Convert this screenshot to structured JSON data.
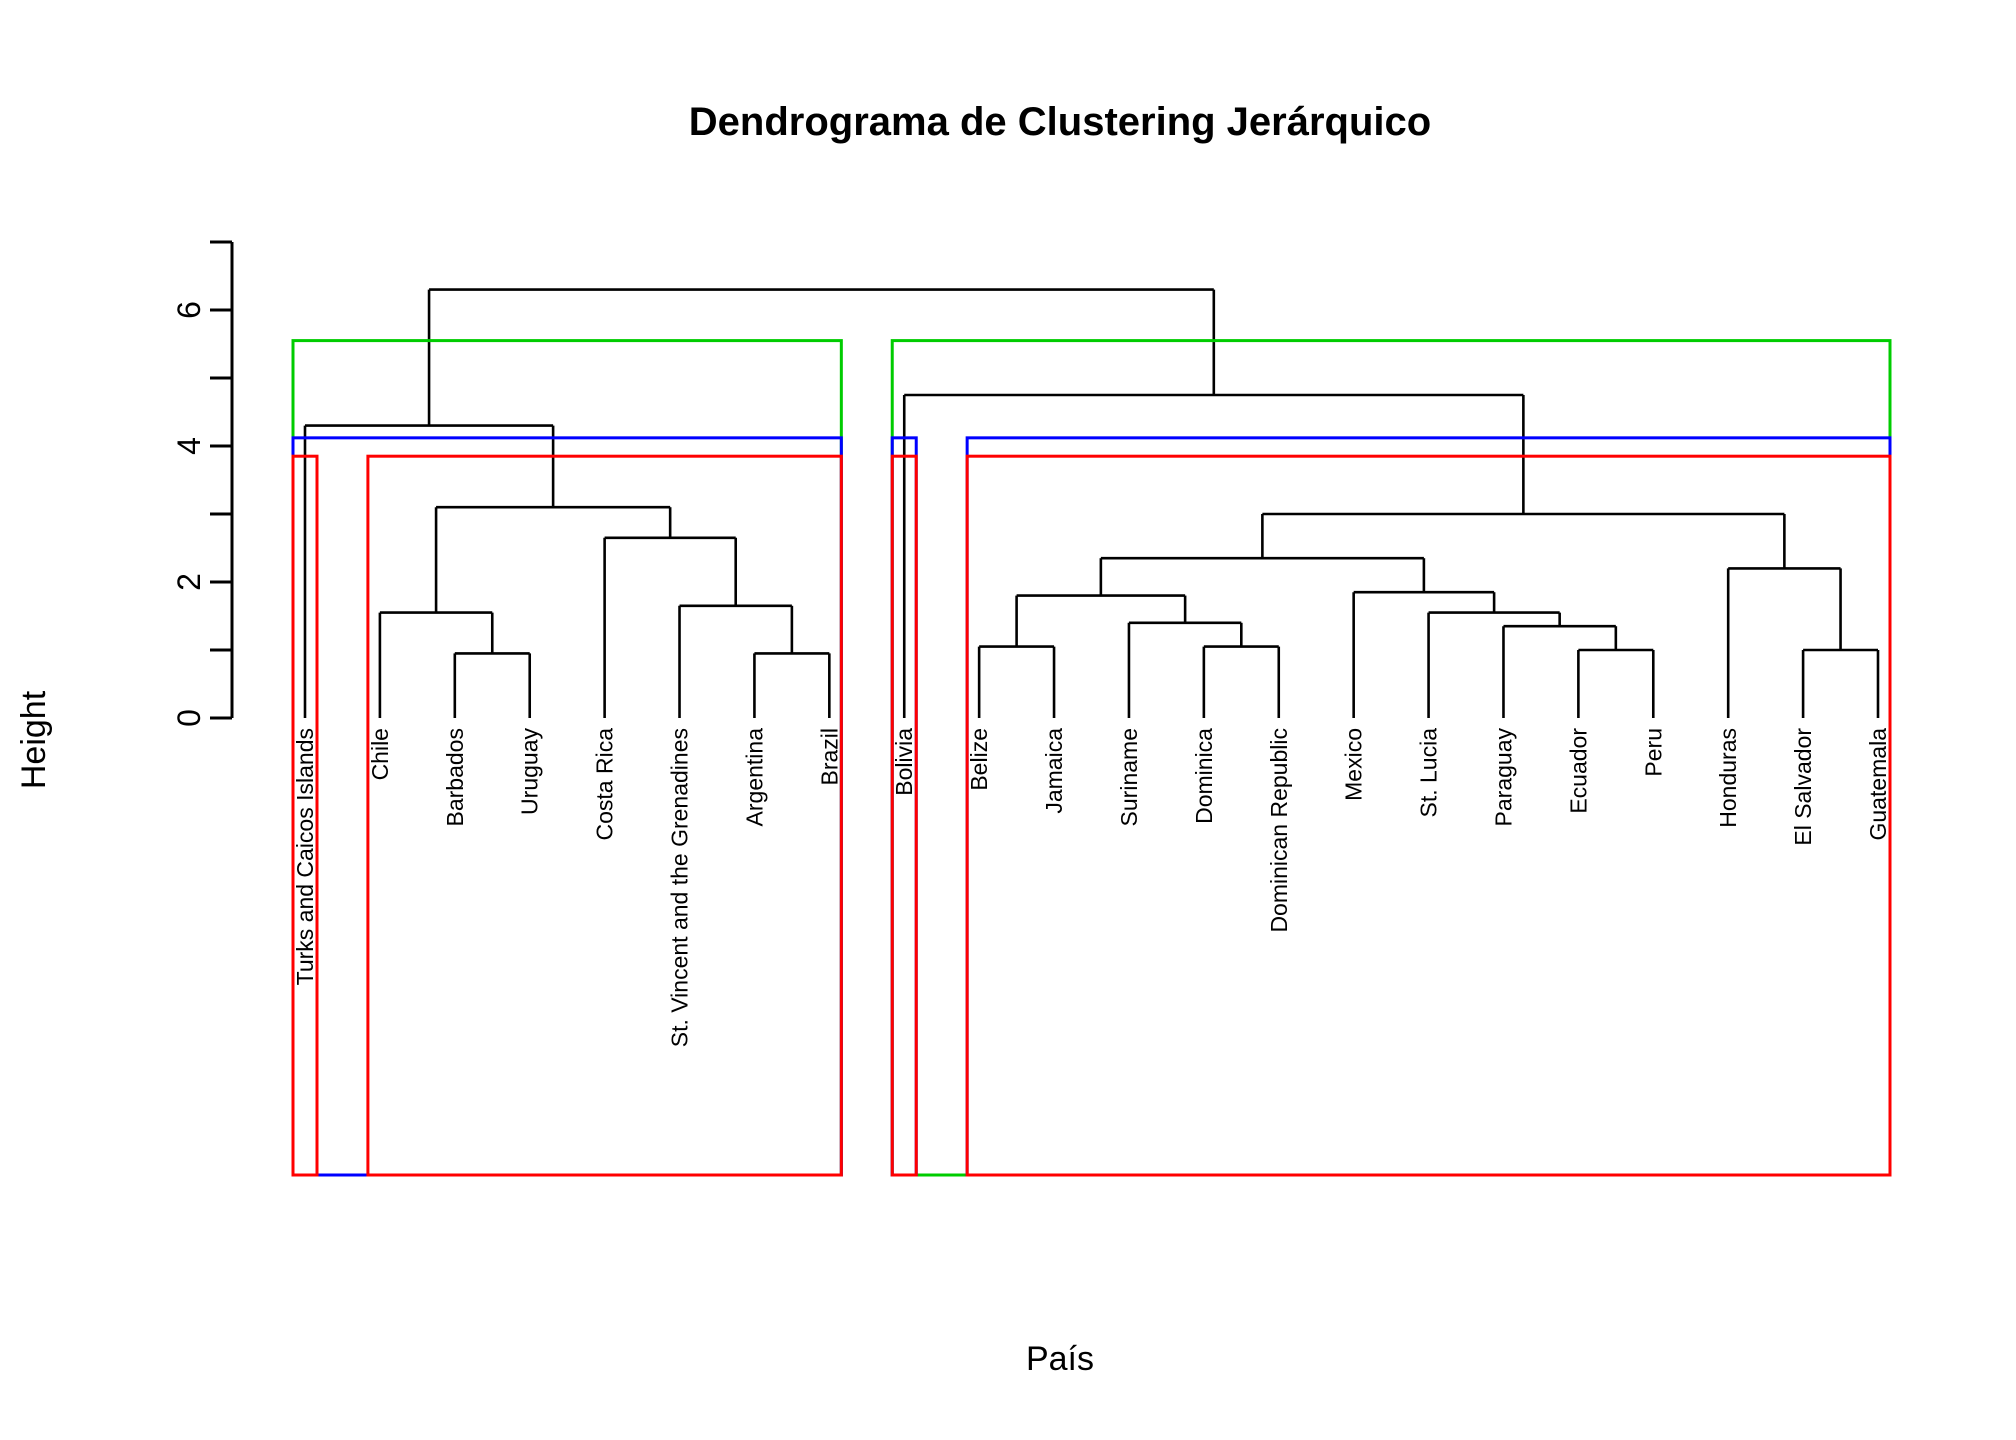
{
  "plot": {
    "title": "Dendrograma de Clustering Jerárquico",
    "xlabel": "País",
    "ylabel": "Height"
  },
  "axis": {
    "tick_labels": [
      "0",
      "2",
      "4",
      "6"
    ],
    "tick_values": [
      0,
      2,
      4,
      6
    ],
    "minor_tick_values": [
      1,
      3,
      5,
      7
    ],
    "range": [
      0,
      7
    ]
  },
  "colors": {
    "border_k2": "#00CC00",
    "border_k3": "#0000FF",
    "border_k4": "#FF0000",
    "branch": "#000000",
    "background": "#FFFFFF"
  },
  "chart_data": {
    "type": "dendrogram",
    "title": "Dendrograma de Clustering Jerárquico",
    "xlabel": "País",
    "ylabel": "Height",
    "ylim": [
      0,
      7
    ],
    "grid": false,
    "legend": "none",
    "leaves": [
      "Turks and Caicos Islands",
      "Chile",
      "Barbados",
      "Uruguay",
      "Costa Rica",
      "St. Vincent and the Grenadines",
      "Argentina",
      "Brazil",
      "Bolivia",
      "Belize",
      "Jamaica",
      "Suriname",
      "Dominica",
      "Dominican Republic",
      "Mexico",
      "St. Lucia",
      "Paraguay",
      "Ecuador",
      "Peru",
      "Honduras",
      "El Salvador",
      "Guatemala"
    ],
    "merges": [
      {
        "id": "m1",
        "left": "Barbados",
        "right": "Uruguay",
        "height": 0.95
      },
      {
        "id": "m2",
        "left": "Chile",
        "right": "m1",
        "height": 1.55
      },
      {
        "id": "m3",
        "left": "Argentina",
        "right": "Brazil",
        "height": 0.95
      },
      {
        "id": "m4",
        "left": "St. Vincent and the Grenadines",
        "right": "m3",
        "height": 1.65
      },
      {
        "id": "m5",
        "left": "Costa Rica",
        "right": "m4",
        "height": 2.65
      },
      {
        "id": "m6",
        "left": "m2",
        "right": "m5",
        "height": 3.1
      },
      {
        "id": "m7",
        "left": "Turks and Caicos Islands",
        "right": "m6",
        "height": 4.3
      },
      {
        "id": "m8",
        "left": "Belize",
        "right": "Jamaica",
        "height": 1.05
      },
      {
        "id": "m9",
        "left": "Dominica",
        "right": "Dominican Republic",
        "height": 1.05
      },
      {
        "id": "m10",
        "left": "Suriname",
        "right": "m9",
        "height": 1.4
      },
      {
        "id": "m11",
        "left": "m8",
        "right": "m10",
        "height": 1.8
      },
      {
        "id": "m12",
        "left": "Ecuador",
        "right": "Peru",
        "height": 1.0
      },
      {
        "id": "m13",
        "left": "Paraguay",
        "right": "m12",
        "height": 1.35
      },
      {
        "id": "m14",
        "left": "St. Lucia",
        "right": "m13",
        "height": 1.55
      },
      {
        "id": "m15",
        "left": "Mexico",
        "right": "m14",
        "height": 1.85
      },
      {
        "id": "m16",
        "left": "m11",
        "right": "m15",
        "height": 2.35
      },
      {
        "id": "m17",
        "left": "El Salvador",
        "right": "Guatemala",
        "height": 1.0
      },
      {
        "id": "m18",
        "left": "Honduras",
        "right": "m17",
        "height": 2.2
      },
      {
        "id": "m19",
        "left": "m16",
        "right": "m18",
        "height": 3.0
      },
      {
        "id": "m20",
        "left": "Bolivia",
        "right": "m19",
        "height": 4.75
      },
      {
        "id": "m21",
        "left": "m7",
        "right": "m20",
        "height": 6.3
      }
    ],
    "cut_boxes": [
      {
        "name": "k2-green",
        "color": "#00CC00",
        "height": 5.55,
        "clusters": [
          [
            0,
            7
          ],
          [
            8,
            21
          ]
        ]
      },
      {
        "name": "k3-blue",
        "color": "#0000FF",
        "height": 4.12,
        "clusters": [
          [
            0,
            7
          ],
          [
            8,
            8
          ],
          [
            9,
            21
          ]
        ]
      },
      {
        "name": "k4-red",
        "color": "#FF0000",
        "height": 3.85,
        "clusters": [
          [
            0,
            0
          ],
          [
            1,
            7
          ],
          [
            8,
            8
          ],
          [
            9,
            21
          ]
        ]
      }
    ]
  }
}
